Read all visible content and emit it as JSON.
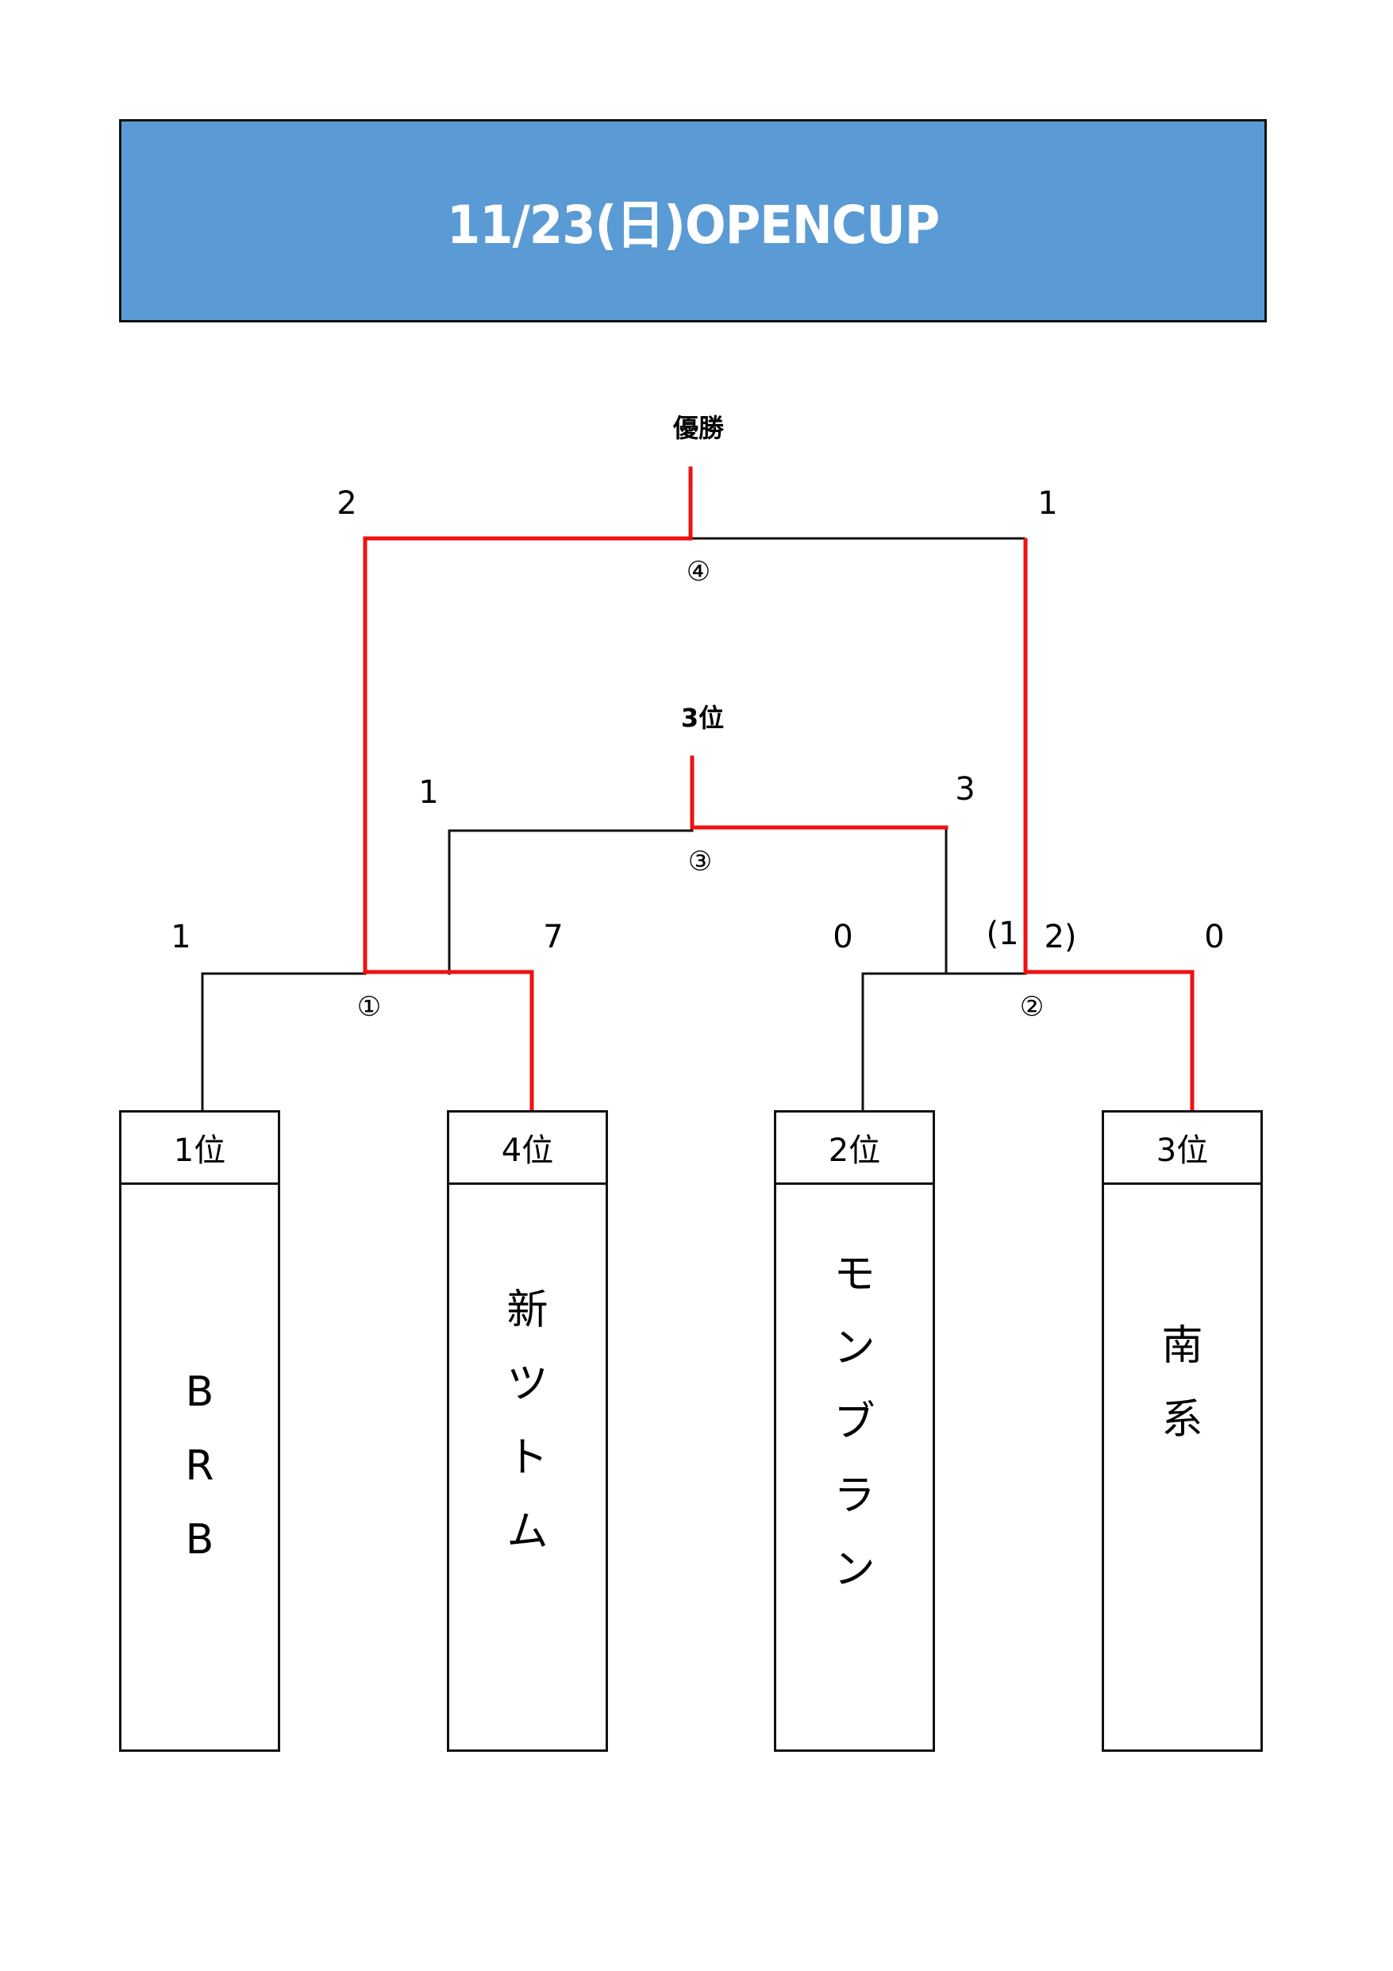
{
  "title": "11/23(日)OPENCUP",
  "colors": {
    "header_bg": "#5b9bd5",
    "winner_line": "#ee1111",
    "line": "#111111"
  },
  "final": {
    "label": "優勝",
    "match_no": "④",
    "left_score": "2",
    "right_score": "1"
  },
  "third_place": {
    "label": "3位",
    "match_no": "③",
    "left_score": "1",
    "right_score": "3"
  },
  "semi1": {
    "match_no": "①",
    "left_score": "1",
    "right_score": "7"
  },
  "semi2": {
    "match_no": "②",
    "left_score": "0",
    "right_score": "(1 2)",
    "right_score_left_part": "(1",
    "right_score_right_part": "2)",
    "far_right_score": "0"
  },
  "teams": [
    {
      "seed": "1位",
      "name": "BRB",
      "chars": [
        "B",
        "R",
        "B"
      ]
    },
    {
      "seed": "4位",
      "name": "新ツトム",
      "chars": [
        "新",
        "ツ",
        "ト",
        "ム"
      ]
    },
    {
      "seed": "2位",
      "name": "モンブラン",
      "chars": [
        "モ",
        "ン",
        "ブ",
        "ラ",
        "ン"
      ]
    },
    {
      "seed": "3位",
      "name": "南系",
      "chars": [
        "南",
        "系"
      ]
    }
  ]
}
